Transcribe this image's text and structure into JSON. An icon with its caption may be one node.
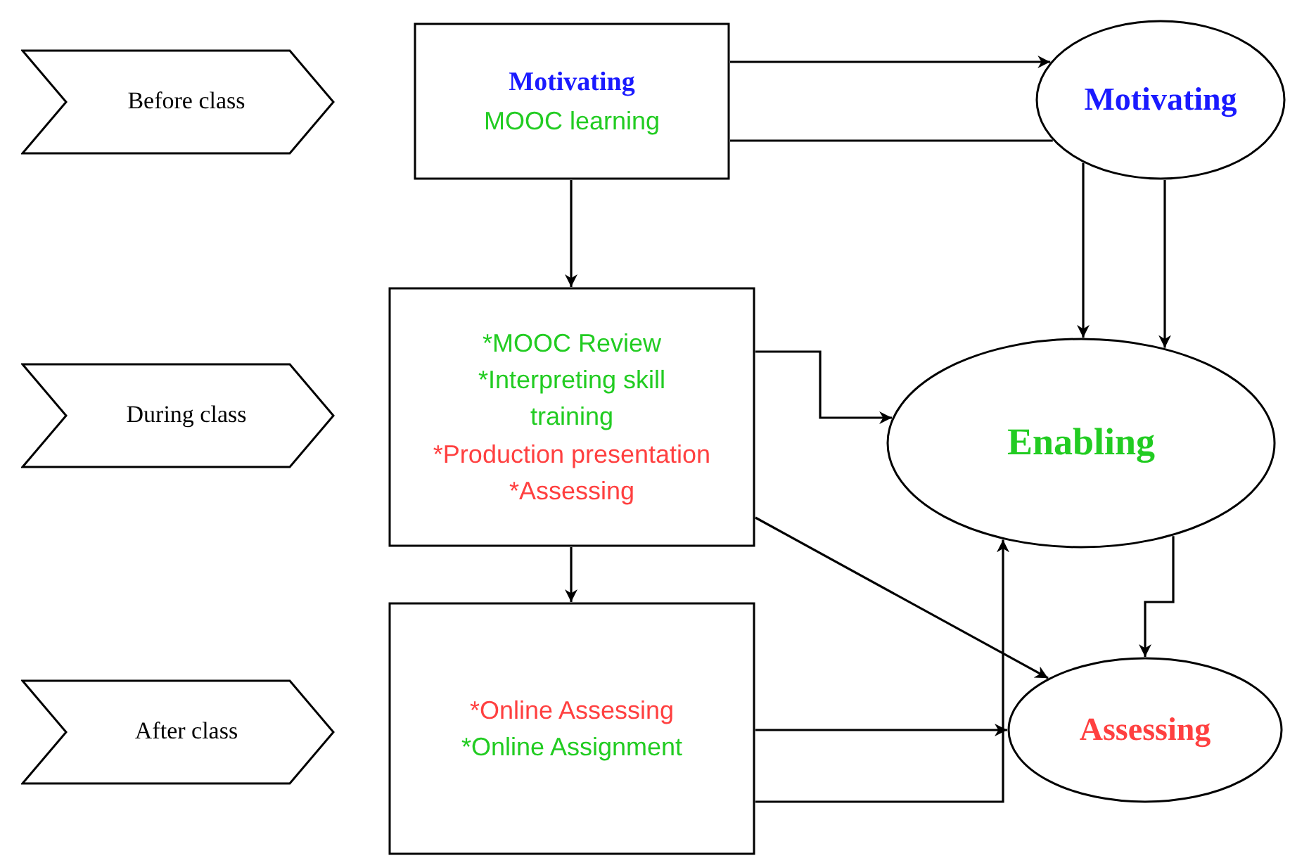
{
  "diagram": {
    "nodes": [
      {
        "text": [
          "Before class"
        ]
      },
      {
        "text": [
          "Motivating",
          "MOOC learning"
        ]
      },
      {
        "text": [
          "Motivating"
        ]
      },
      {
        "text": [
          "During class"
        ]
      },
      {
        "text": [
          "*MOOC Review",
          "*Interpreting skill training",
          "*Production presentation",
          "*Assessing"
        ]
      },
      {
        "text": [
          "Enabling"
        ]
      },
      {
        "text": [
          "After  class"
        ]
      },
      {
        "text": [
          "*Online Assessing",
          "*Online Assignment"
        ]
      },
      {
        "text": [
          "Assessing"
        ]
      }
    ],
    "edges": [
      {
        "from": 1,
        "to": 2,
        "arrow": "to"
      },
      {
        "from": 1,
        "to": 2,
        "arrow": "none"
      },
      {
        "from": 1,
        "to": 4,
        "arrow": "to"
      },
      {
        "from": 2,
        "to": 5,
        "arrow": "to"
      },
      {
        "from": 2,
        "to": 5,
        "arrow": "to"
      },
      {
        "from": 4,
        "to": 5,
        "arrow": "to"
      },
      {
        "from": 4,
        "to": 8,
        "arrow": "to"
      },
      {
        "from": 4,
        "to": 7,
        "arrow": "to"
      },
      {
        "from": 5,
        "to": 8,
        "arrow": "to"
      },
      {
        "from": 7,
        "to": 8,
        "arrow": "to"
      },
      {
        "from": 7,
        "to": 5,
        "arrow": "to"
      }
    ]
  }
}
